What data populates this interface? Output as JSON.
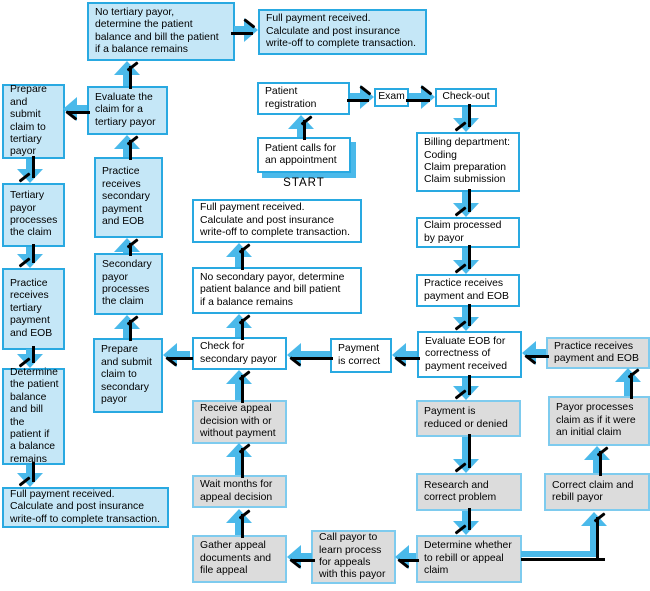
{
  "colors": {
    "box_fill_blue": "#c5e7f7",
    "box_border_blue": "#29a9e1",
    "box_fill_gray": "#dcdcdc",
    "box_border_gray_blue": "#7ecbee",
    "box_fill_white": "#ffffff",
    "arrow_blue": "#4ab9ea",
    "line_black": "#000000"
  },
  "labels": {
    "start": "START"
  },
  "nodes": {
    "no_tertiary_payor": {
      "label": "No tertiary payor,\ndetermine the patient\nbalance and bill the patient\nif a balance remains"
    },
    "full_payment_top": {
      "label": "Full payment received.\nCalculate and post insurance\nwrite-off to complete transaction."
    },
    "prepare_tertiary": {
      "label": "Prepare\nand submit\nclaim to\ntertiary\npayor"
    },
    "evaluate_tertiary": {
      "label": "Evaluate the\nclaim for a\ntertiary payor"
    },
    "practice_secondary": {
      "label": "Practice\nreceives\nsecondary\npayment\nand EOB"
    },
    "tertiary_processes": {
      "label": "Tertiary\npayor\nprocesses\nthe claim"
    },
    "practice_tertiary": {
      "label": "Practice\nreceives\ntertiary\npayment\nand EOB"
    },
    "secondary_processes": {
      "label": "Secondary\npayor\nprocesses\nthe claim"
    },
    "prepare_secondary": {
      "label": "Prepare\nand submit\nclaim to\nsecondary\npayor"
    },
    "determine_patient": {
      "label": "Determine\nthe patient\nbalance\nand bill the\npatient if\na balance\nremains"
    },
    "full_payment_left": {
      "label": "Full payment received.\nCalculate and post insurance\nwrite-off to complete transaction."
    },
    "patient_registration": {
      "label": "Patient\nregistration"
    },
    "exam": {
      "label": "Exam"
    },
    "check_out": {
      "label": "Check-out"
    },
    "patient_calls": {
      "label": "Patient calls for\nan appointment"
    },
    "full_payment_center": {
      "label": "Full payment received.\nCalculate and post insurance\nwrite-off to complete transaction."
    },
    "no_secondary": {
      "label": "No secondary payor, determine\npatient balance and bill patient\nif a balance remains"
    },
    "check_secondary": {
      "label": "Check for\nsecondary payor"
    },
    "payment_correct": {
      "label": "Payment\nis correct"
    },
    "billing_dept": {
      "label": "Billing department:\nCoding\nClaim preparation\nClaim submission"
    },
    "claim_processed": {
      "label": "Claim processed\nby payor"
    },
    "practice_receives": {
      "label": "Practice receives\npayment and EOB"
    },
    "evaluate_eob": {
      "label": "Evaluate EOB for\ncorrectness of\npayment received"
    },
    "payment_reduced": {
      "label": "Payment is\nreduced or denied"
    },
    "research_correct": {
      "label": "Research and\ncorrect problem"
    },
    "determine_rebill": {
      "label": "Determine whether\nto rebill or appeal\nclaim"
    },
    "practice_receives_gray": {
      "label": "Practice receives\npayment and EOB"
    },
    "payor_processes_initial": {
      "label": "Payor processes\nclaim as if it were\nan initial claim"
    },
    "correct_rebill": {
      "label": "Correct claim and\nrebill payor"
    },
    "receive_appeal": {
      "label": "Receive appeal\ndecision with or\nwithout payment"
    },
    "wait_months": {
      "label": "Wait months for\nappeal decision"
    },
    "gather_appeal": {
      "label": "Gather appeal\ndocuments and\nfile appeal"
    },
    "call_payor": {
      "label": "Call payor to\nlearn process\nfor appeals\nwith this payor"
    }
  }
}
